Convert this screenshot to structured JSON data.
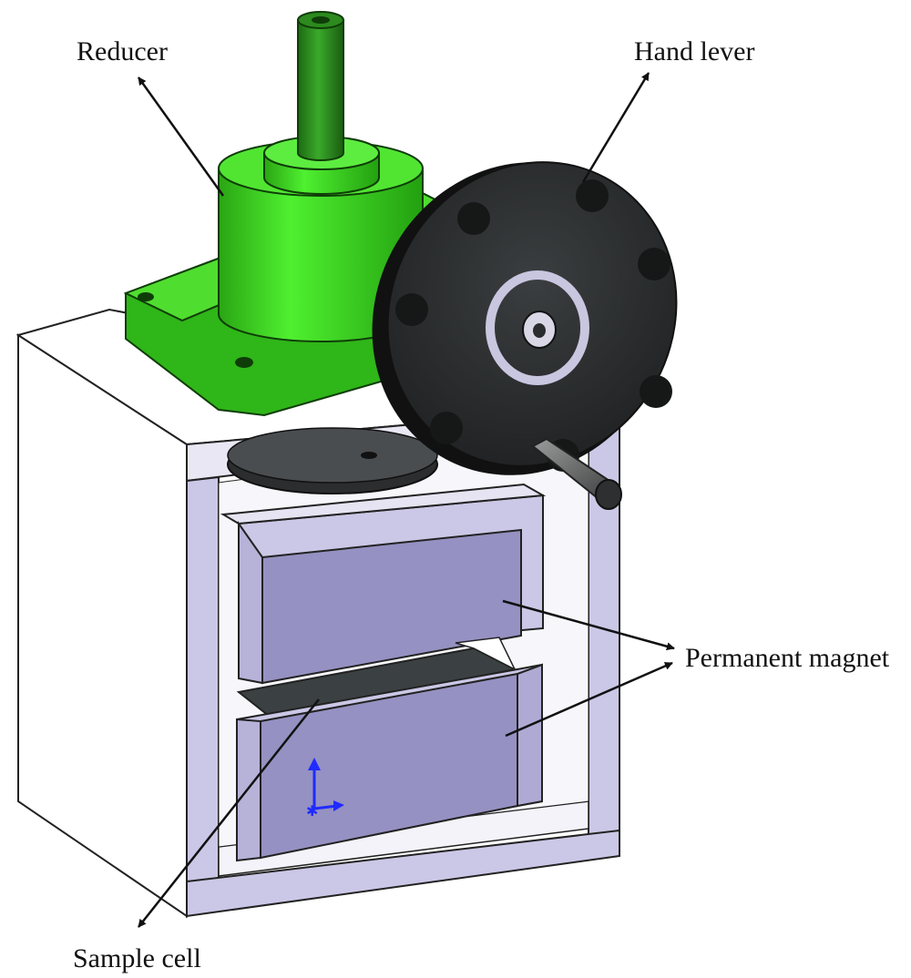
{
  "labels": {
    "reducer": "Reducer",
    "hand_lever": "Hand lever",
    "permanent_magnet": "Permanent magnet",
    "sample_cell": "Sample cell"
  },
  "colors": {
    "background": "#ffffff",
    "reducer_green": "#38d21a",
    "handwheel_dark": "#2c2f30",
    "magnet_purple": "#9591c2",
    "frame_lavender": "#cbc7e6",
    "axis_blue": "#1f2bff"
  },
  "icons": {
    "axis_triad": "coordinate-triad-icon"
  }
}
